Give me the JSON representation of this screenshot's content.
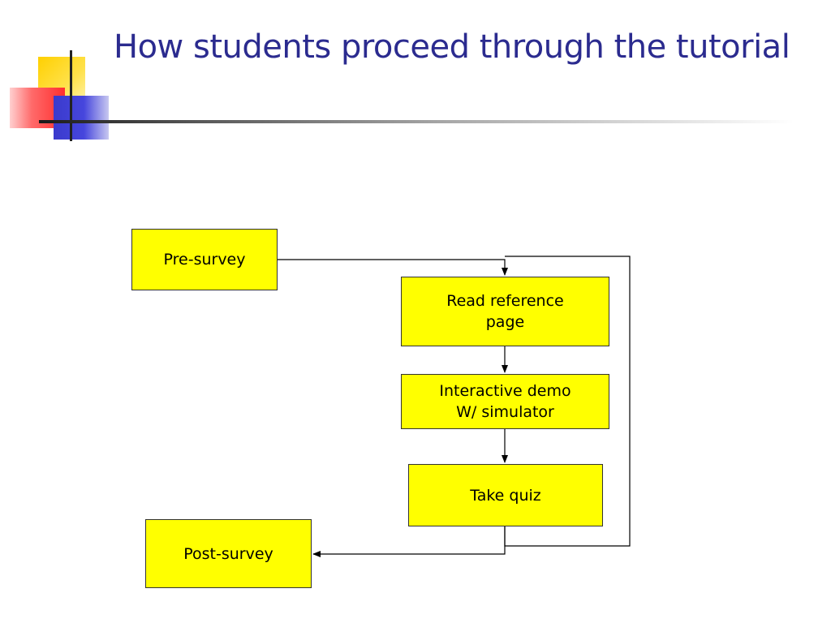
{
  "slide": {
    "title": "How students proceed through the tutorial"
  },
  "flowchart": {
    "nodes": {
      "pre_survey": "Pre-survey",
      "read_reference": "Read reference\npage",
      "interactive_demo": "Interactive demo\nW/ simulator",
      "take_quiz": "Take quiz",
      "post_survey": "Post-survey"
    },
    "edges": [
      {
        "from": "pre_survey",
        "to": "read_reference"
      },
      {
        "from": "read_reference",
        "to": "interactive_demo"
      },
      {
        "from": "interactive_demo",
        "to": "take_quiz"
      },
      {
        "from": "take_quiz",
        "to": "read_reference",
        "kind": "loop-back"
      },
      {
        "from": "take_quiz",
        "to": "post_survey"
      }
    ],
    "colors": {
      "node_fill": "#ffff00",
      "node_border": "#333333",
      "title": "#2b2b8f"
    }
  }
}
